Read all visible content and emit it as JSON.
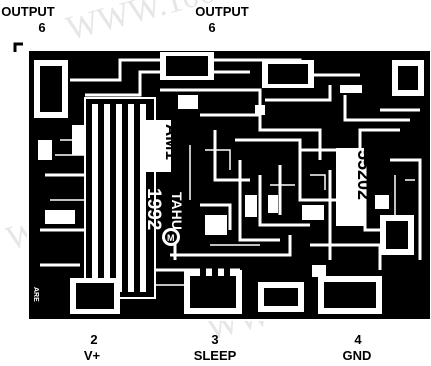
{
  "pins": {
    "output_left": {
      "name": "OUTPUT",
      "number": "6"
    },
    "output_right": {
      "name": "OUTPUT",
      "number": "6"
    },
    "v_plus": {
      "number": "2",
      "name": "V+"
    },
    "sleep": {
      "number": "3",
      "name": "SLEEP"
    },
    "gnd": {
      "number": "4",
      "name": "GND"
    }
  },
  "die_markings": {
    "part_code": "55202",
    "date": "1992",
    "maker": "TAHU",
    "revision": "AM1",
    "small_code": "ARE"
  },
  "watermark": "WWW.100Y.COM.TW",
  "colors": {
    "ink": "#000000",
    "paper": "#ffffff"
  }
}
